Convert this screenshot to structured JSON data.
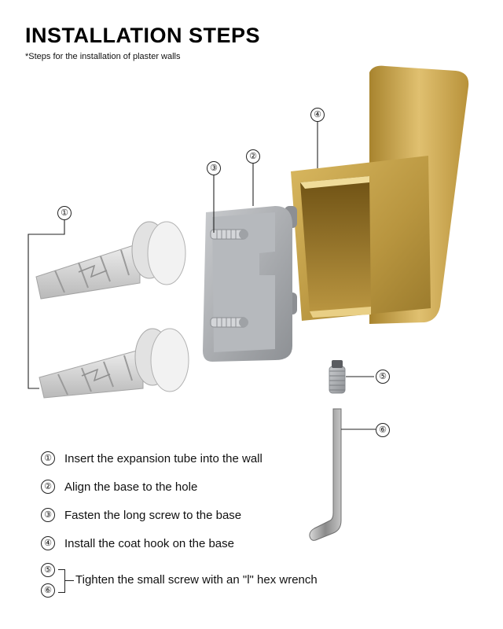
{
  "header": {
    "title": "INSTALLATION STEPS",
    "subtitle": "*Steps for the installation of plaster walls"
  },
  "callouts": {
    "c1": "①",
    "c2": "②",
    "c3": "③",
    "c4": "④",
    "c5": "⑤",
    "c6": "⑥"
  },
  "steps": [
    {
      "num": "①",
      "text": "Insert the expansion tube into the wall"
    },
    {
      "num": "②",
      "text": "Align the base to the hole"
    },
    {
      "num": "③",
      "text": "Fasten the long screw to the base"
    },
    {
      "num": "④",
      "text": "Install the coat hook on the base"
    }
  ],
  "final_step": {
    "num_a": "⑤",
    "num_b": "⑥",
    "text": "Tighten the small screw with an \"l\" hex wrench"
  },
  "colors": {
    "gold": "#c8a448",
    "gold_dark": "#8f6d1f",
    "steel": "#a9acb0",
    "plastic": "#d5d5d5"
  }
}
